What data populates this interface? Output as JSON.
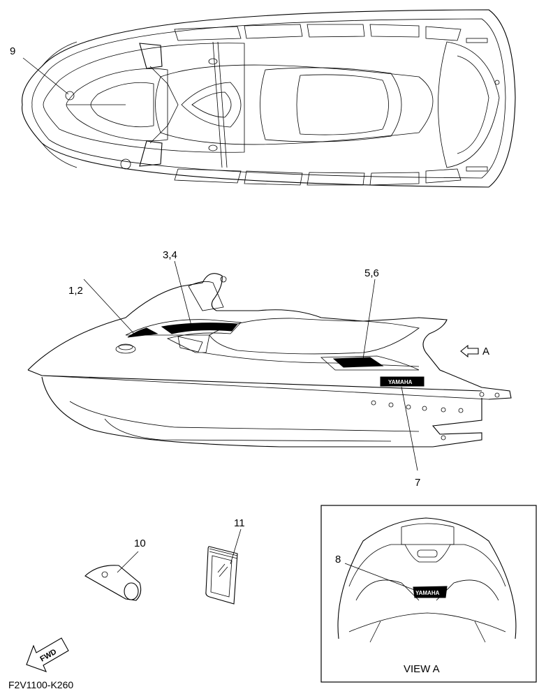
{
  "diagram": {
    "callouts": {
      "c9": "9",
      "c12": "1,2",
      "c34": "3,4",
      "c56": "5,6",
      "c7": "7",
      "c8": "8",
      "c10": "10",
      "c11": "11"
    },
    "view_arrow_label": "A",
    "view_box_caption": "VIEW A",
    "fwd_label": "FWD",
    "decal_brand": "YAMAHA",
    "part_code": "F2V1100-K260"
  }
}
